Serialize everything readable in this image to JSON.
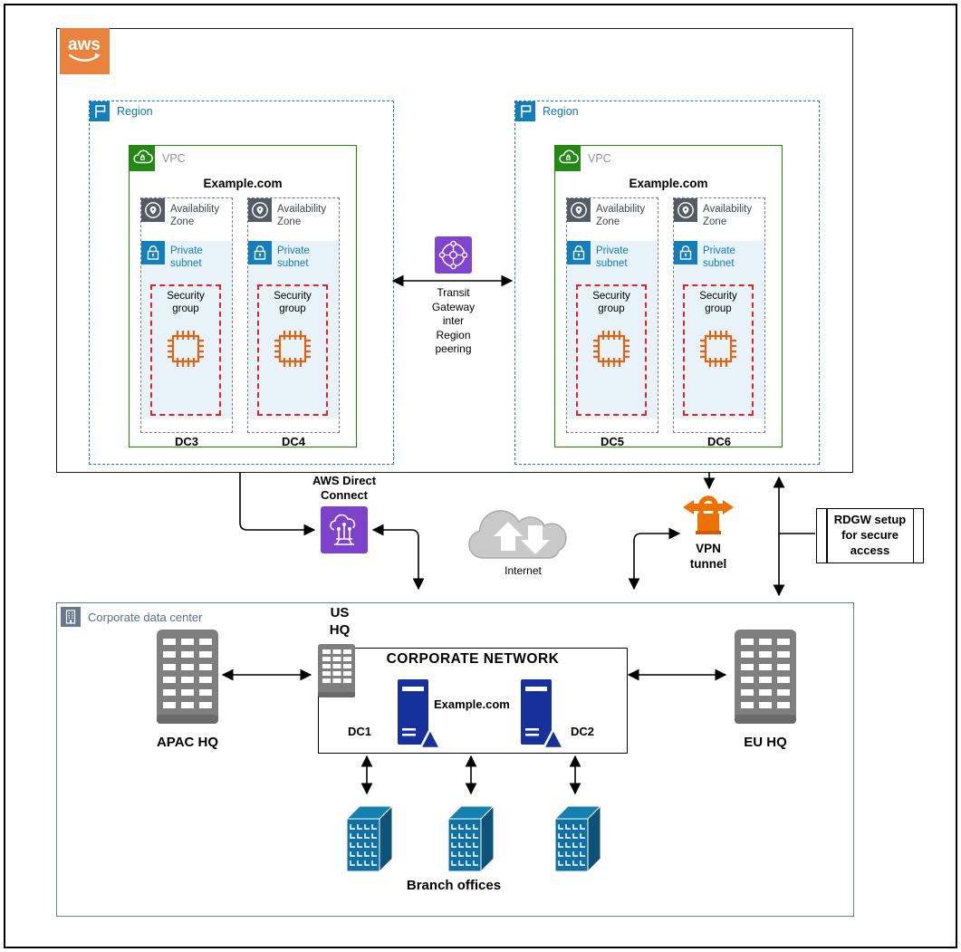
{
  "aws": {
    "logo_text": "aws",
    "regions": [
      {
        "label": "Region",
        "vpc": {
          "label": "VPC",
          "title": "Example.com",
          "zones": [
            {
              "az": "Availability Zone",
              "subnet": "Private subnet",
              "sg": "Security group",
              "dc": "DC3"
            },
            {
              "az": "Availability Zone",
              "subnet": "Private subnet",
              "sg": "Security group",
              "dc": "DC4"
            }
          ]
        }
      },
      {
        "label": "Region",
        "vpc": {
          "label": "VPC",
          "title": "Example.com",
          "zones": [
            {
              "az": "Availability Zone",
              "subnet": "Private subnet",
              "sg": "Security group",
              "dc": "DC5"
            },
            {
              "az": "Availability Zone",
              "subnet": "Private subnet",
              "sg": "Security group",
              "dc": "DC6"
            }
          ]
        }
      }
    ]
  },
  "connectors": {
    "transit_gateway": "Transit Gateway inter Region peering",
    "direct_connect": "AWS Direct Connect",
    "internet": "Internet",
    "vpn": "VPN tunnel",
    "rdgw": "RDGW setup for secure access"
  },
  "corporate": {
    "label": "Corporate data center",
    "apac_hq": "APAC HQ",
    "us_hq": "US HQ",
    "eu_hq": "EU HQ",
    "network_title": "CORPORATE NETWORK",
    "server_label": "Example.com",
    "dc1": "DC1",
    "dc2": "DC2",
    "branches": "Branch offices"
  },
  "colors": {
    "aws_orange": "#E8823D",
    "region_blue": "#147EBA",
    "vpc_green": "#1E8900",
    "az_gray": "#545B64",
    "subnet_bg": "#E7F2F9",
    "sg_red": "#EC2024",
    "instance_orange": "#D86613",
    "gateway_purple": "#8144CE",
    "vpn_orange": "#ED7100",
    "corp_slate": "#67788E",
    "building_gray": "#7F7F7F",
    "server_navy": "#16309C",
    "branch_teal": "#1270A0"
  }
}
